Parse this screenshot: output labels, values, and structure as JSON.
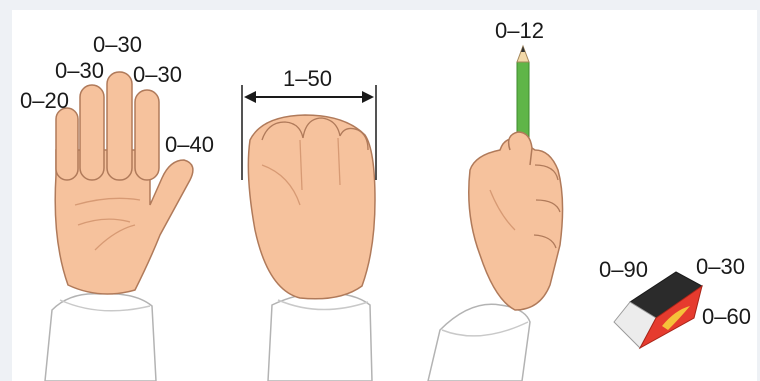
{
  "diagram": {
    "colors": {
      "background": "#eef1f5",
      "panel": "#ffffff",
      "skin": "#f6c29d",
      "skin_shadow": "#e2a37d",
      "outline": "#b07a5a",
      "sleeve": "#ffffff",
      "pencil": "#5fb548",
      "box": "#e63b2e"
    },
    "open_hand": {
      "labels": {
        "little": "0–20",
        "ring": "0–30",
        "middle": "0–30",
        "index": "0–30",
        "thumb": "0–40"
      }
    },
    "fist": {
      "width_label": "1–50"
    },
    "pencil_hand": {
      "label": "0–12"
    },
    "matchbox": {
      "left_label": "0–90",
      "top_label": "0–30",
      "right_label": "0–60"
    }
  }
}
